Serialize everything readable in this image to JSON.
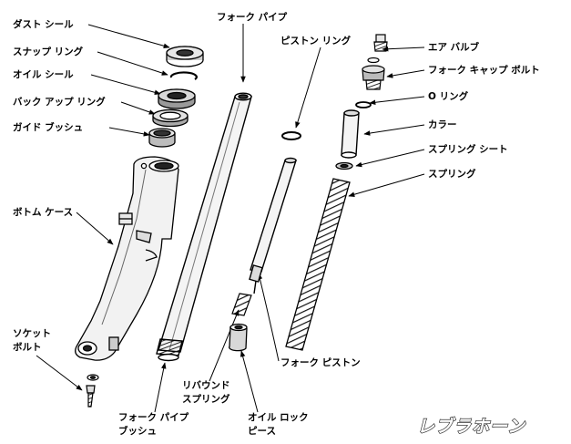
{
  "diagram": {
    "labels": {
      "dust_seal": "ダスト シール",
      "snap_ring": "スナップ リング",
      "oil_seal": "オイル シール",
      "backup_ring": "バック アップ リング",
      "guide_bush": "ガイド ブッシュ",
      "bottom_case": "ボトム ケース",
      "socket_bolt_1": "ソケット",
      "socket_bolt_2": "ボルト",
      "fork_pipe": "フォーク パイプ",
      "piston_ring": "ピストン リング",
      "air_valve": "エア バルブ",
      "fork_cap_bolt": "フォーク キャップ ボルト",
      "o_ring": "O リング",
      "collar": "カラー",
      "spring_seat": "スプリング シート",
      "spring": "スプリング",
      "fork_piston": "フォーク ピストン",
      "rebound_spring_1": "リバウンド",
      "rebound_spring_2": "スプリング",
      "fork_pipe_bush_1": "フォーク パイプ",
      "fork_pipe_bush_2": "ブッシュ",
      "oil_lock_piece_1": "オイル ロック",
      "oil_lock_piece_2": "ピース"
    },
    "brand_logo": "レブラホーン"
  }
}
